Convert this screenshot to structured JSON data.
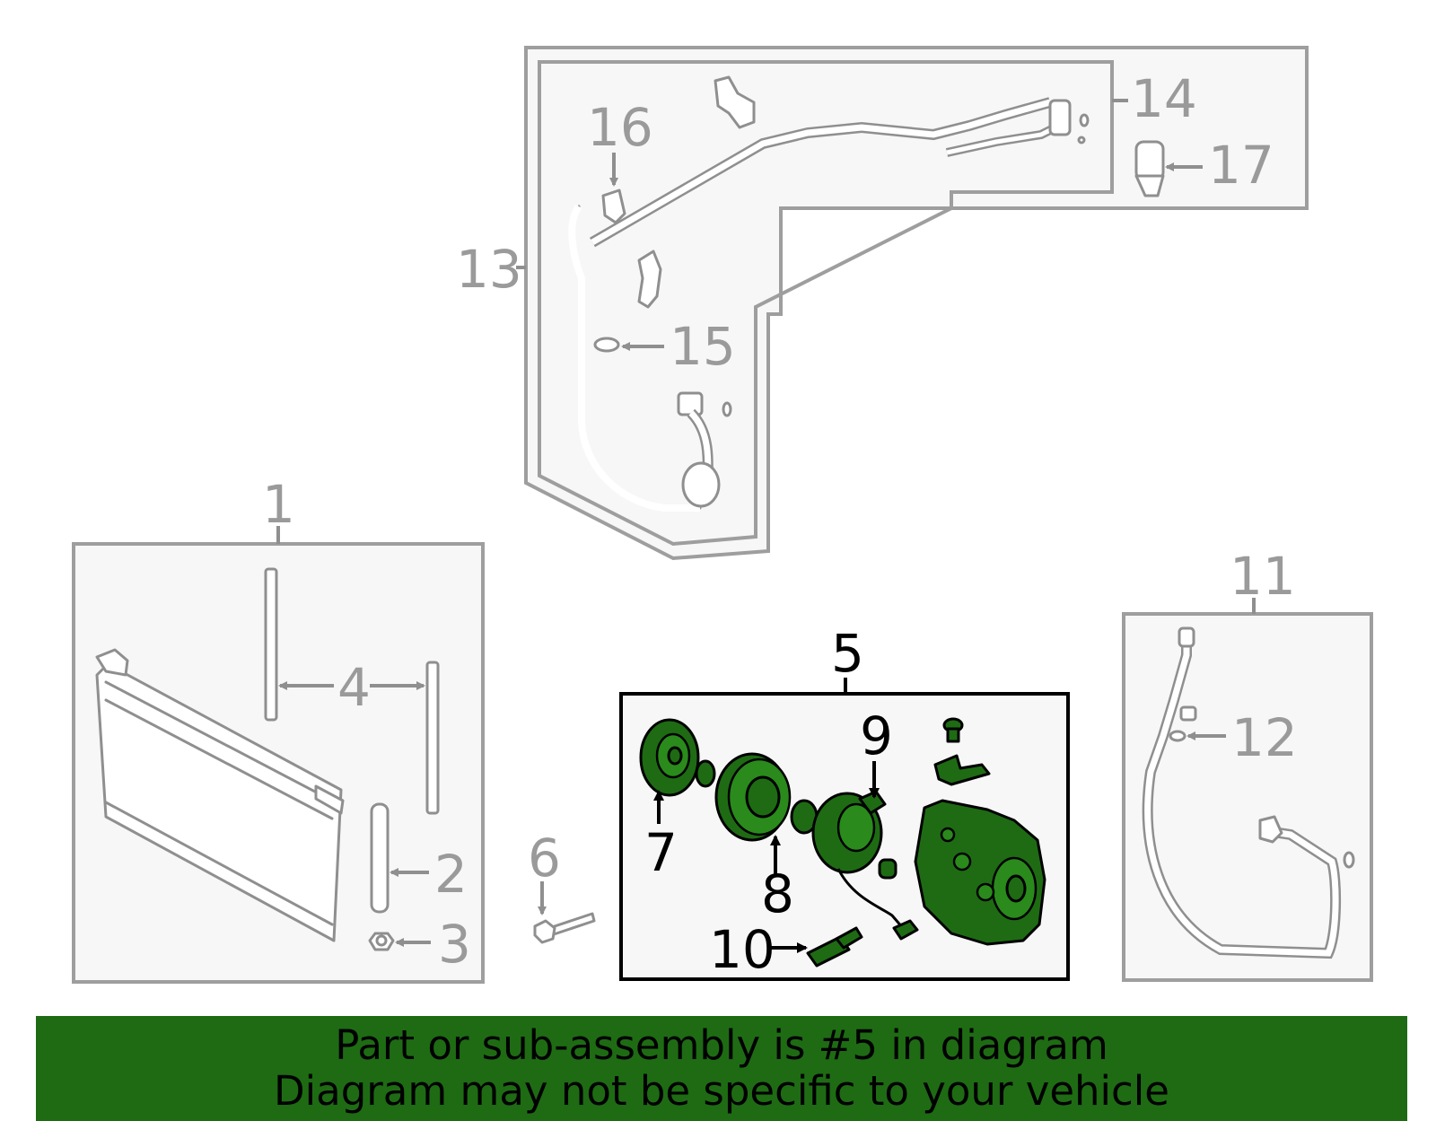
{
  "callouts": {
    "c1": "1",
    "c2": "2",
    "c3": "3",
    "c4": "4",
    "c5": "5",
    "c6": "6",
    "c7": "7",
    "c8": "8",
    "c9": "9",
    "c10": "10",
    "c11": "11",
    "c12": "12",
    "c13": "13",
    "c14": "14",
    "c15": "15",
    "c16": "16",
    "c17": "17"
  },
  "highlight_callout": "5",
  "colors": {
    "highlight_green": "#1e6b14",
    "inactive_grey": "#9a9a9a",
    "box_fill": "#f7f7f7"
  },
  "banner": {
    "line1": "Part or sub-assembly is #5 in diagram",
    "line2": "Diagram may not be specific to your vehicle"
  }
}
